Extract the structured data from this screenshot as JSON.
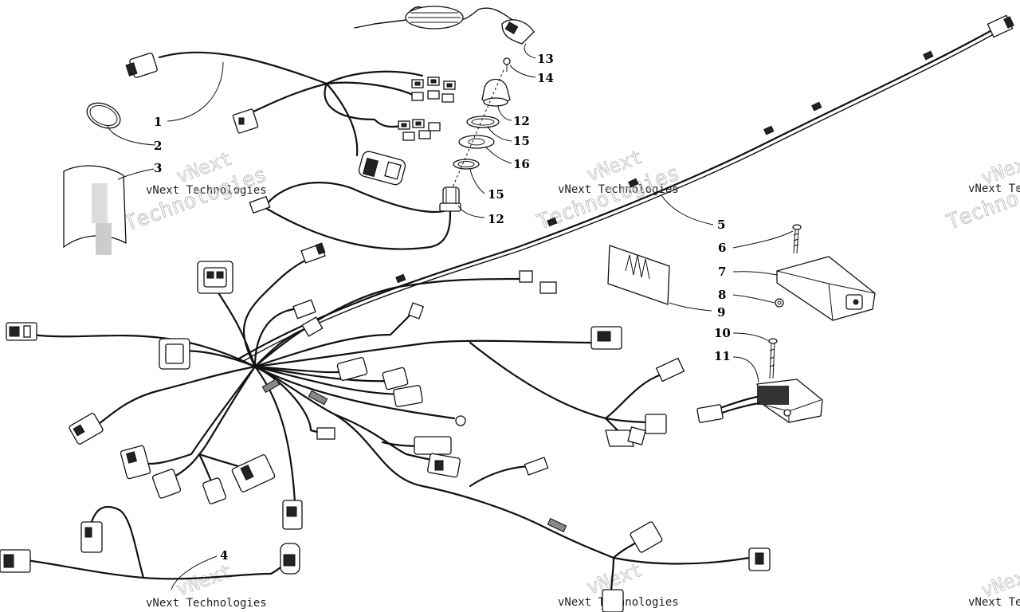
{
  "callouts": [
    {
      "id": "c1",
      "label": "1"
    },
    {
      "id": "c2",
      "label": "2"
    },
    {
      "id": "c3",
      "label": "3"
    },
    {
      "id": "c4",
      "label": "4"
    },
    {
      "id": "c5",
      "label": "5"
    },
    {
      "id": "c6",
      "label": "6"
    },
    {
      "id": "c7",
      "label": "7"
    },
    {
      "id": "c8",
      "label": "8"
    },
    {
      "id": "c9",
      "label": "9"
    },
    {
      "id": "c10",
      "label": "10"
    },
    {
      "id": "c11",
      "label": "11"
    },
    {
      "id": "c12a",
      "label": "12"
    },
    {
      "id": "c12b",
      "label": "12"
    },
    {
      "id": "c13",
      "label": "13"
    },
    {
      "id": "c14",
      "label": "14"
    },
    {
      "id": "c15a",
      "label": "15"
    },
    {
      "id": "c15b",
      "label": "15"
    },
    {
      "id": "c16",
      "label": "16"
    }
  ],
  "watermark": {
    "line_small": "vNext Technologies",
    "line_big": "Technologies",
    "line_v": "vNext"
  }
}
